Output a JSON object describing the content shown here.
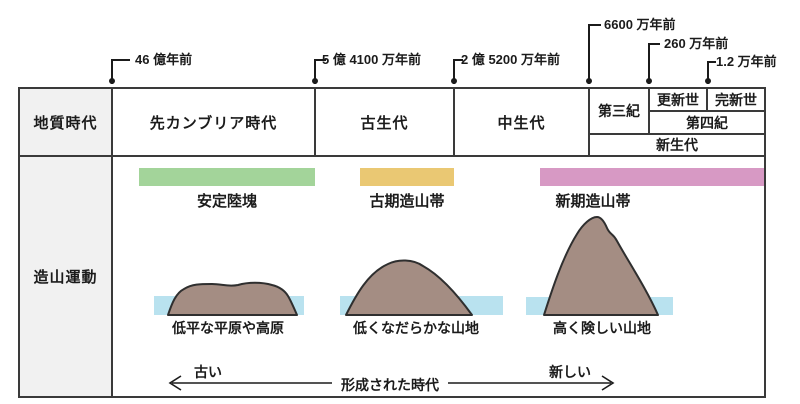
{
  "timeline": {
    "markers": [
      "46 億年前",
      "5 億 4100 万年前",
      "2 億 5200 万年前",
      "6600 万年前",
      "260 万年前",
      "1.2 万年前"
    ]
  },
  "table": {
    "row_headers": {
      "era": "地質時代",
      "orogeny": "造山運動"
    },
    "cells": {
      "precambrian": "先カンブリア時代",
      "paleozoic": "古生代",
      "mesozoic": "中生代",
      "tertiary": "第三紀",
      "pleistocene": "更新世",
      "holocene": "完新世",
      "quaternary": "第四紀",
      "cenozoic": "新生代"
    }
  },
  "orogeny": {
    "belts": [
      {
        "name": "安定陸塊",
        "color": "#a3d49a",
        "terrain": "低平な平原や高原"
      },
      {
        "name": "古期造山帯",
        "color": "#eac873",
        "terrain": "低くなだらかな山地"
      },
      {
        "name": "新期造山帯",
        "color": "#d799c4",
        "terrain": "高く険しい山地"
      }
    ]
  },
  "axis": {
    "left_label": "古い",
    "center_label": "形成された時代",
    "right_label": "新しい"
  },
  "colors": {
    "border": "#3a3a3a",
    "header_bg": "#f1f1f1",
    "water": "#b9e2ef",
    "mountain_fill": "#a48d83",
    "mountain_outline": "#2f2f2f"
  }
}
